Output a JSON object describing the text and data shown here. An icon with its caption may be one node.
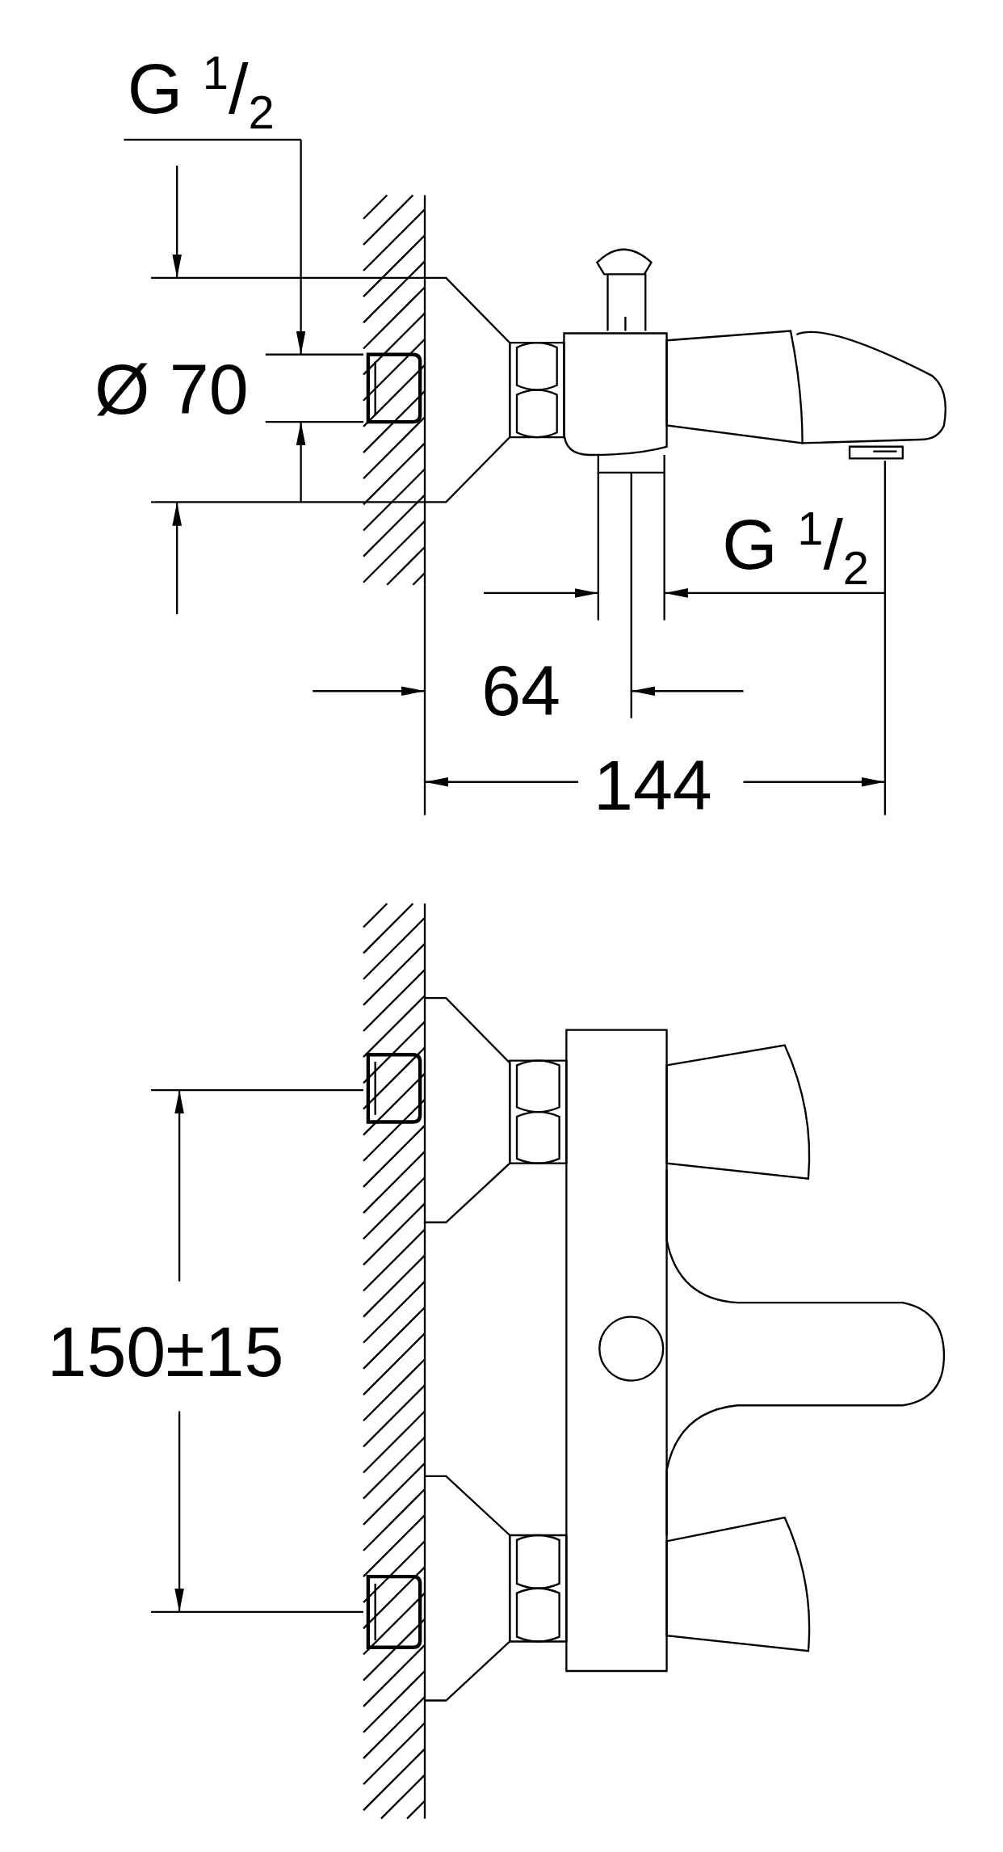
{
  "diagram": {
    "labels": [
      "G $^{1}$/$_{2}$",
      "Ø 70",
      "G $^{1}$/$_{2}$",
      "64",
      "144",
      "150±15"
    ]
  }
}
